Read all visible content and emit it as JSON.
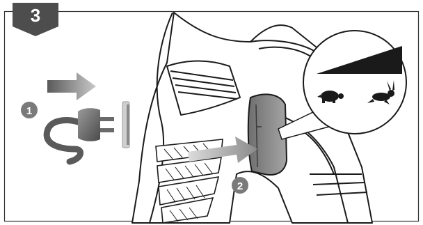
{
  "step": {
    "number": "3"
  },
  "callouts": [
    {
      "number": "1"
    },
    {
      "number": "2"
    }
  ],
  "speed_dial": {
    "slow_icon": "turtle-icon",
    "fast_icon": "rabbit-icon"
  },
  "icons": {
    "unplug": "plug-icon",
    "direction": "arrow-right-icon",
    "press": "arrow-right-icon"
  },
  "colors": {
    "badge": "#4d4d4d",
    "ink": "#1a1a1a",
    "arrow_dark": "#5a5a5a",
    "arrow_light": "#d4d4d4",
    "trigger": "#8a8a8a",
    "background": "#ffffff"
  }
}
